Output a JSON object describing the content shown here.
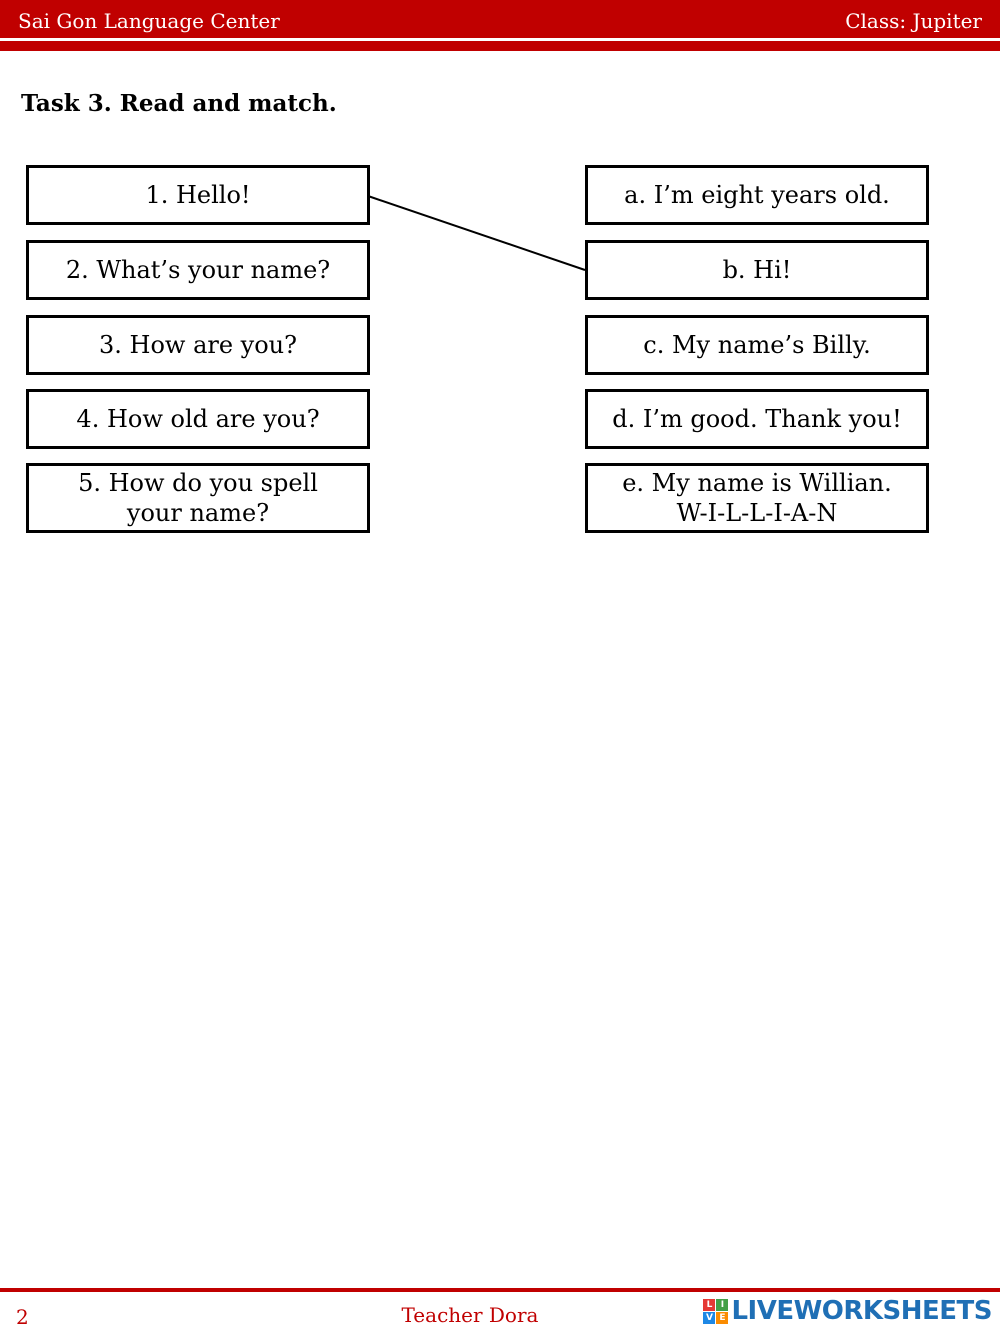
{
  "header": {
    "left_text": "Sai Gon Language Center",
    "right_text": "Class: Jupiter"
  },
  "task": {
    "title": "Task 3. Read and match."
  },
  "questions": [
    {
      "text": "1. Hello!"
    },
    {
      "text": "2. What’s your name?"
    },
    {
      "text": "3. How are you?"
    },
    {
      "text": "4. How old are you?"
    },
    {
      "text": "5. How do you spell your name?"
    }
  ],
  "answers": [
    {
      "text": "a. I’m eight years old."
    },
    {
      "text": "b. Hi!"
    },
    {
      "text": "c. My name’s Billy."
    },
    {
      "text": "d. I’m good. Thank you!"
    },
    {
      "text": "e. My name is Willian. W-I-L-L-I-A-N"
    }
  ],
  "matches": [
    {
      "question": 1,
      "answer": "b"
    }
  ],
  "footer": {
    "page_number": "2",
    "teacher": "Teacher Dora",
    "brand": "LIVEWORKSHEETS"
  },
  "colors": {
    "accent": "#c00000",
    "brand": "#1f6fb5"
  }
}
